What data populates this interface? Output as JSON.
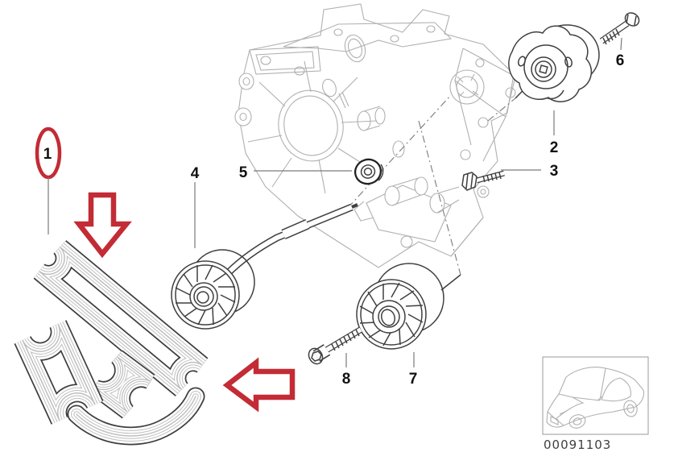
{
  "diagram": {
    "callouts": [
      {
        "number": "1"
      },
      {
        "number": "2"
      },
      {
        "number": "3"
      },
      {
        "number": "4"
      },
      {
        "number": "5"
      },
      {
        "number": "6"
      },
      {
        "number": "7"
      },
      {
        "number": "8"
      }
    ],
    "image_code": "00091103",
    "colors": {
      "highlight_red": "#c32b35",
      "part_line": "#3f3f3f",
      "ghost_line": "#b0b0b0",
      "background": "#ffffff"
    }
  }
}
